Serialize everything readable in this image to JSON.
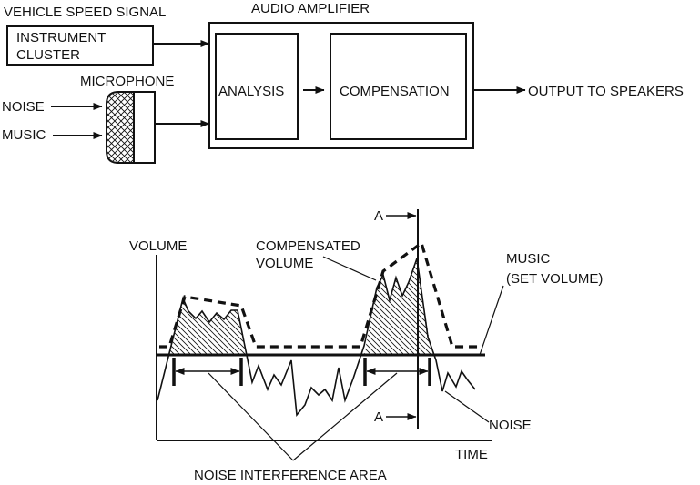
{
  "block_diagram": {
    "vehicle_speed_signal": "VEHICLE SPEED SIGNAL",
    "audio_amplifier": "AUDIO AMPLIFIER",
    "instrument_cluster_line1": "INSTRUMENT",
    "instrument_cluster_line2": "CLUSTER",
    "microphone": "MICROPHONE",
    "noise_input": "NOISE",
    "music_input": "MUSIC",
    "analysis": "ANALYSIS",
    "compensation": "COMPENSATION",
    "output": "OUTPUT TO SPEAKERS"
  },
  "graph": {
    "volume_axis": "VOLUME",
    "time_axis": "TIME",
    "compensated_line1": "COMPENSATED",
    "compensated_line2": "VOLUME",
    "music_line1": "MUSIC",
    "music_line2": "(SET VOLUME)",
    "noise_label": "NOISE",
    "section_marker_top": "A",
    "section_marker_bottom": "A",
    "interference_area": "NOISE INTERFERENCE AREA"
  },
  "colors": {
    "ink": "#111111",
    "background": "#ffffff"
  }
}
